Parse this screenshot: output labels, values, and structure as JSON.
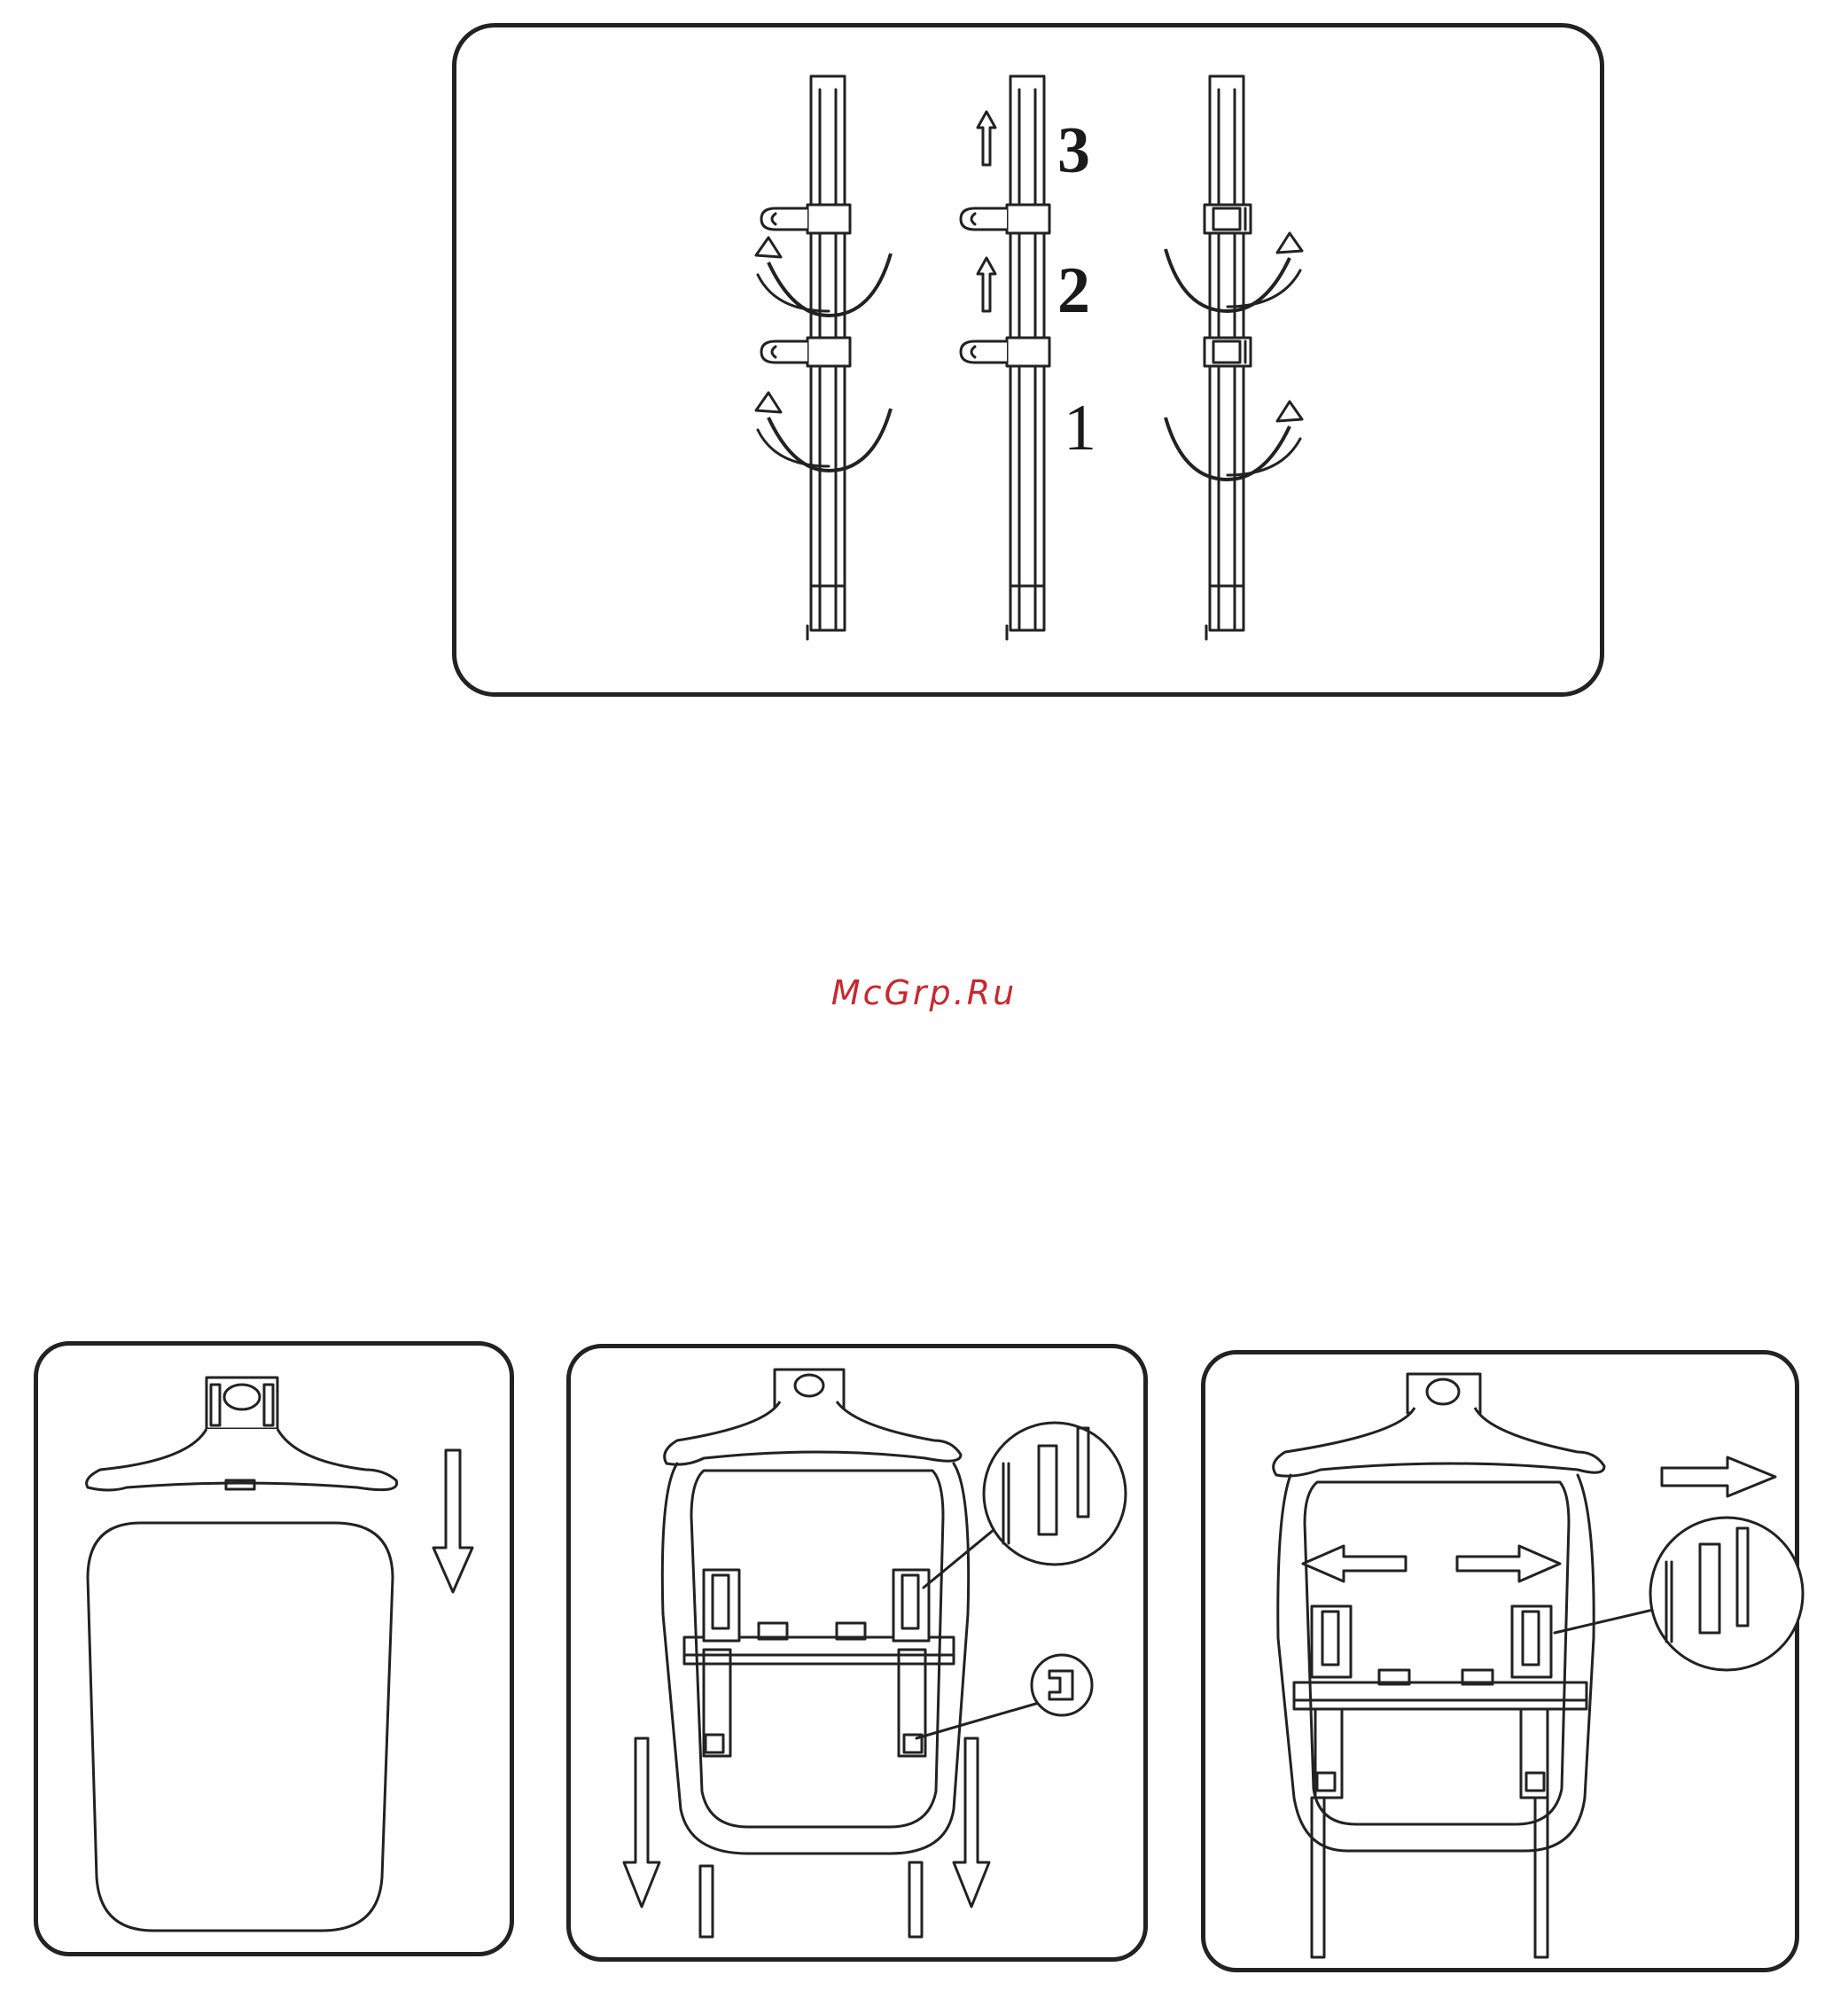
{
  "watermark": {
    "text": "McGrp.Ru",
    "color": "#c8282e"
  },
  "figure_top": {
    "step_labels": [
      "3",
      "2",
      "1"
    ]
  },
  "icons": [
    "rail-icon",
    "clip-icon",
    "rotate-arrow-icon",
    "up-arrow-icon",
    "down-arrow-icon",
    "right-arrow-icon",
    "left-arrow-icon",
    "hanger-head-icon",
    "magnifier-detail-icon"
  ]
}
